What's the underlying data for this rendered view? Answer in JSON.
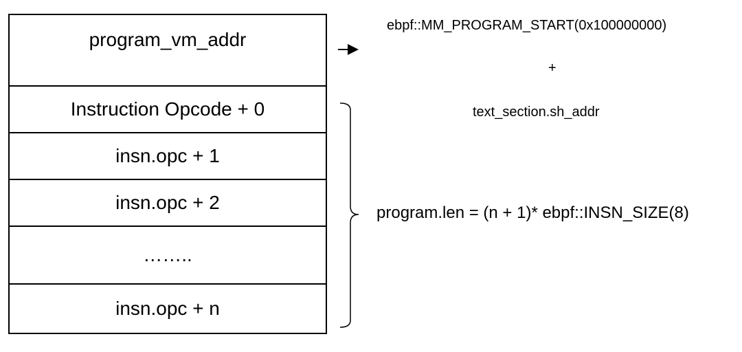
{
  "memory_stack": {
    "header": "program_vm_addr",
    "rows": [
      "Instruction Opcode + 0",
      "insn.opc + 1",
      "insn.opc + 2",
      "……..",
      "insn.opc + n"
    ]
  },
  "address_note": {
    "start": "ebpf::MM_PROGRAM_START(0x100000000)",
    "plus": "+",
    "section": "text_section.sh_addr"
  },
  "length_note": "program.len  = (n  + 1)* ebpf::INSN_SIZE(8)"
}
